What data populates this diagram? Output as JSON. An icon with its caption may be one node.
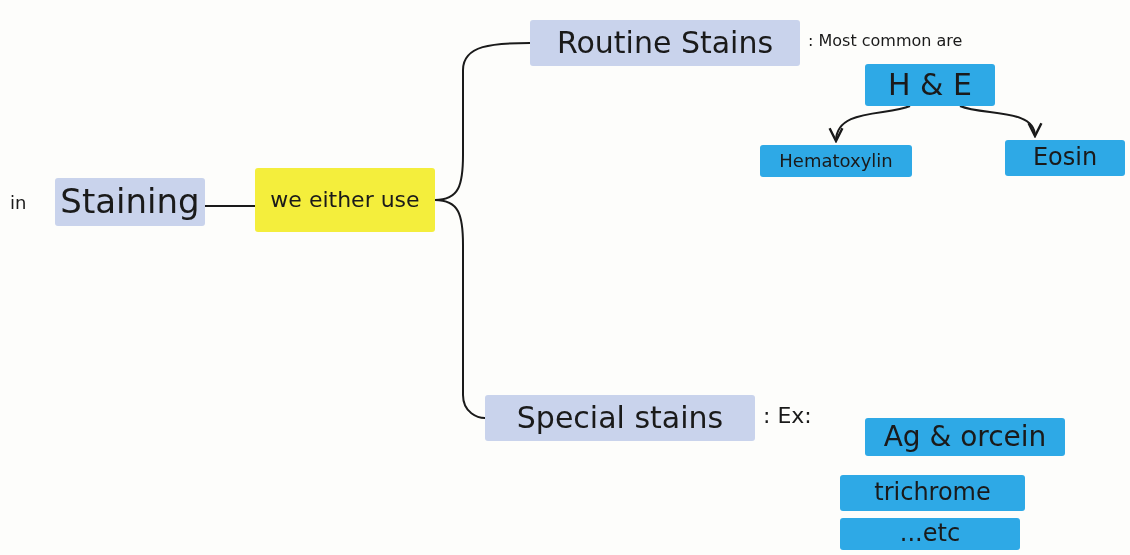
{
  "diagram": {
    "nodes": [
      {
        "text": [
          "Staining"
        ]
      },
      {
        "text": [
          "we either use"
        ]
      },
      {
        "text": [
          "Routine Stains"
        ],
        "beside": [
          ": Most common are"
        ]
      },
      {
        "text": [
          "H & E"
        ]
      },
      {
        "text": [
          "Hematoxylin"
        ]
      },
      {
        "text": [
          "Eosin"
        ]
      },
      {
        "text": [
          "Special stains"
        ],
        "beside": [
          ": Ex:"
        ]
      },
      {
        "text": [
          "Ag & orcein"
        ]
      },
      {
        "text": [
          "trichrome"
        ]
      },
      {
        "text": [
          "...etc"
        ]
      }
    ],
    "edges": [
      {
        "from": 0,
        "to": 1,
        "arrow": "none"
      },
      {
        "from": 1,
        "to": 2,
        "arrow": "none"
      },
      {
        "from": 1,
        "to": 6,
        "arrow": "none"
      },
      {
        "from": 3,
        "to": 4,
        "arrow": "to"
      },
      {
        "from": 3,
        "to": 5,
        "arrow": "to"
      }
    ],
    "labels": [
      "in"
    ]
  }
}
